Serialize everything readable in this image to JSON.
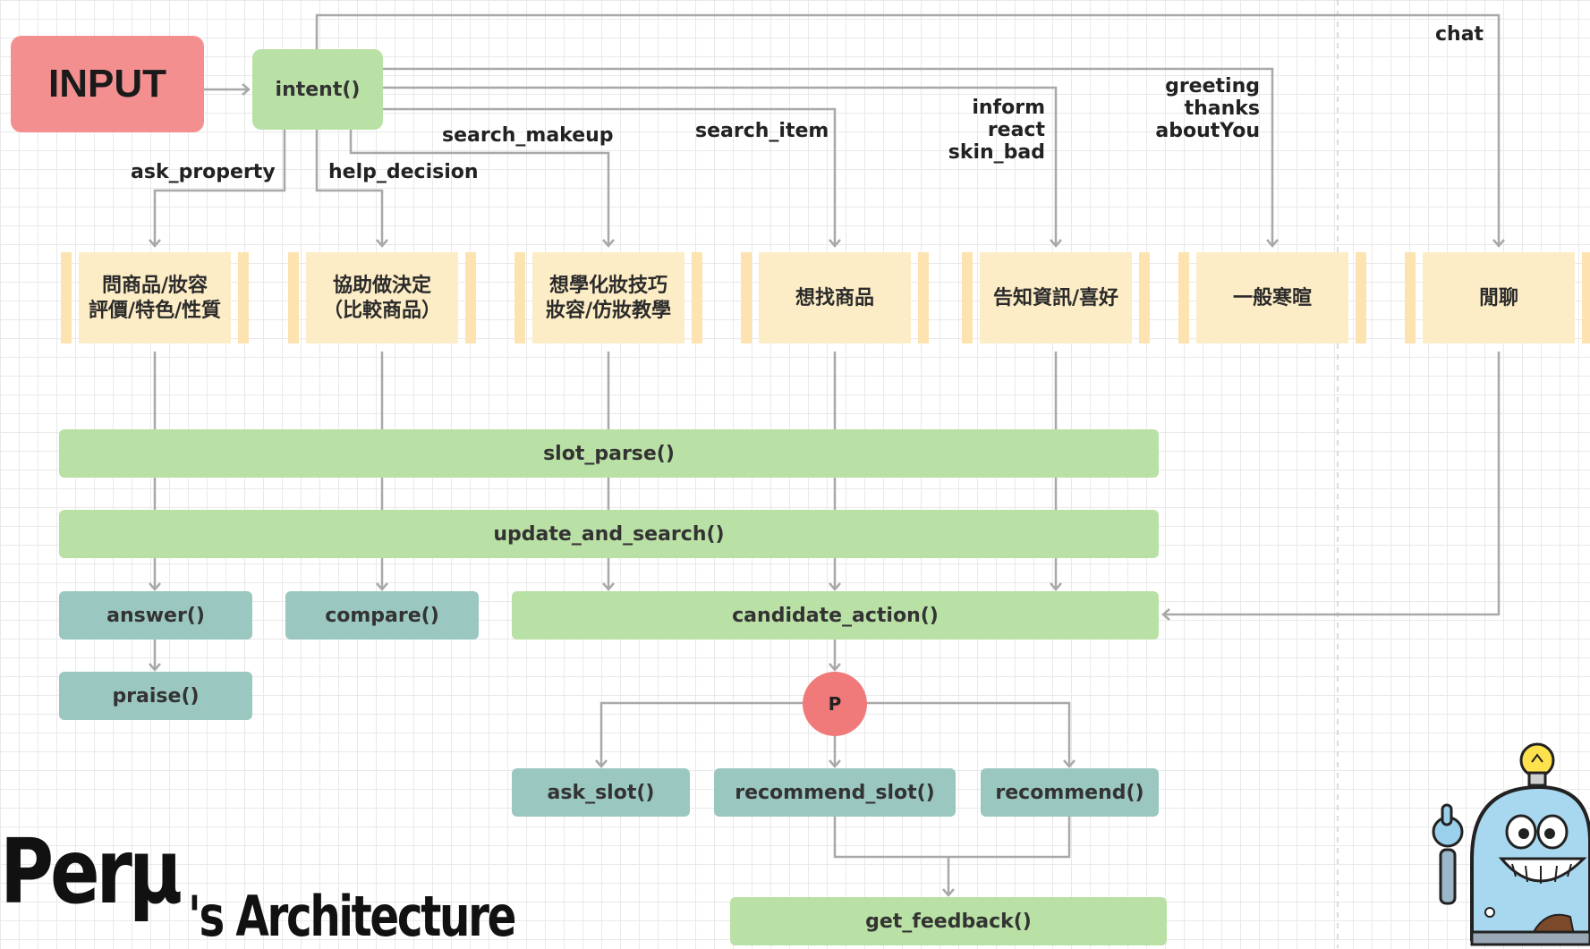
{
  "input": {
    "label": "INPUT"
  },
  "intent": {
    "label": "intent()"
  },
  "edge_labels": {
    "chat": "chat",
    "greeting_group": [
      "greeting",
      "thanks",
      "aboutYou"
    ],
    "inform_group": [
      "inform",
      "react",
      "skin_bad"
    ],
    "search_item": "search_item",
    "search_makeup": "search_makeup",
    "ask_property": "ask_property",
    "help_decision": "help_decision"
  },
  "categories": [
    {
      "lines": [
        "問商品/妝容",
        "評價/特色/性質"
      ]
    },
    {
      "lines": [
        "協助做決定",
        "（比較商品）"
      ]
    },
    {
      "lines": [
        "想學化妝技巧",
        "妝容/仿妝教學"
      ]
    },
    {
      "lines": [
        "想找商品"
      ]
    },
    {
      "lines": [
        "告知資訊/喜好"
      ]
    },
    {
      "lines": [
        "一般寒暄"
      ]
    },
    {
      "lines": [
        "閒聊"
      ]
    }
  ],
  "functions": {
    "slot_parse": "slot_parse()",
    "update_and_search": "update_and_search()",
    "answer": "answer()",
    "compare": "compare()",
    "candidate_action": "candidate_action()",
    "praise": "praise()",
    "policy": "P",
    "ask_slot": "ask_slot()",
    "recommend_slot": "recommend_slot()",
    "recommend": "recommend()",
    "get_feedback": "get_feedback()"
  },
  "title": {
    "main": "Perμ",
    "sub": "'s Architecture"
  },
  "colors": {
    "input": "#f38f8f",
    "green_node": "#b9e0a5",
    "teal_node": "#9ac7bf",
    "category_fill": "#fdedc6",
    "policy_node": "#f07a7a",
    "connector": "#a8a8a8"
  }
}
